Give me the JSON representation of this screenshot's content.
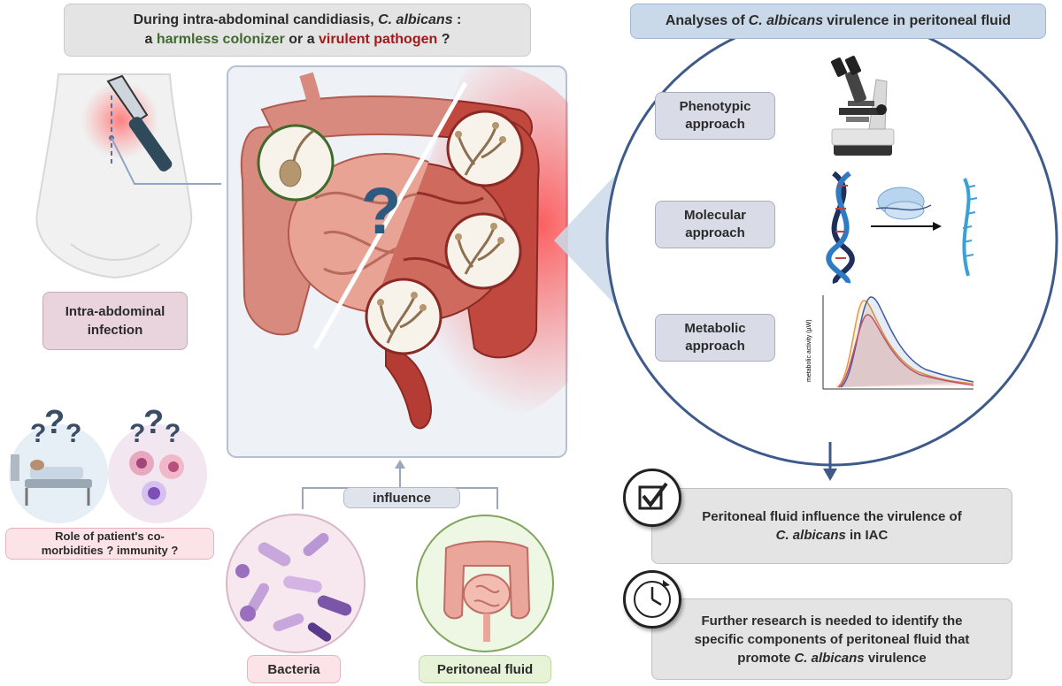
{
  "title": {
    "line1_prefix": "During intra-abdominal candidiasis, ",
    "line1_species": "C. albicans",
    "line1_suffix": " :",
    "line2_prefix": "a ",
    "line2_harmless": "harmless colonizer",
    "line2_middle": " or a ",
    "line2_virulent": "virulent pathogen",
    "line2_suffix": " ?"
  },
  "analyses": {
    "prefix": "Analyses of ",
    "species": "C. albicans",
    "suffix": " virulence in peritoneal fluid"
  },
  "approaches": [
    {
      "line1": "Phenotypic",
      "line2": "approach",
      "icon": "microscope-icon"
    },
    {
      "line1": "Molecular",
      "line2": "approach",
      "icon": "dna-transcription-icon"
    },
    {
      "line1": "Metabolic",
      "line2": "approach",
      "icon": "metabolic-curve-icon"
    }
  ],
  "metabolic_chart": {
    "ylabel": "metabolic activity (µW)"
  },
  "infection": {
    "line1": "Intra-abdominal",
    "line2": "infection"
  },
  "role": {
    "line1": "Role of patient's co-",
    "line2": "morbidities ? immunity ?"
  },
  "influence": "influence",
  "bacteria": "Bacteria",
  "peritoneal_fluid": "Peritoneal fluid",
  "results": {
    "result1_line1": "Peritoneal fluid influence the virulence of",
    "result1_species": "C. albicans",
    "result1_suffix": " in IAC",
    "result2_line1": "Further research is needed to identify the",
    "result2_line2": "specific components of peritoneal fluid that",
    "result2_line3_prefix": "promote ",
    "result2_species": "C. albicans",
    "result2_line3_suffix": " virulence"
  },
  "colors": {
    "harmless": "#3e6b2b",
    "virulent": "#a31a1a",
    "accent_blue": "#3d5a8a",
    "inflamed": "#e03030"
  }
}
